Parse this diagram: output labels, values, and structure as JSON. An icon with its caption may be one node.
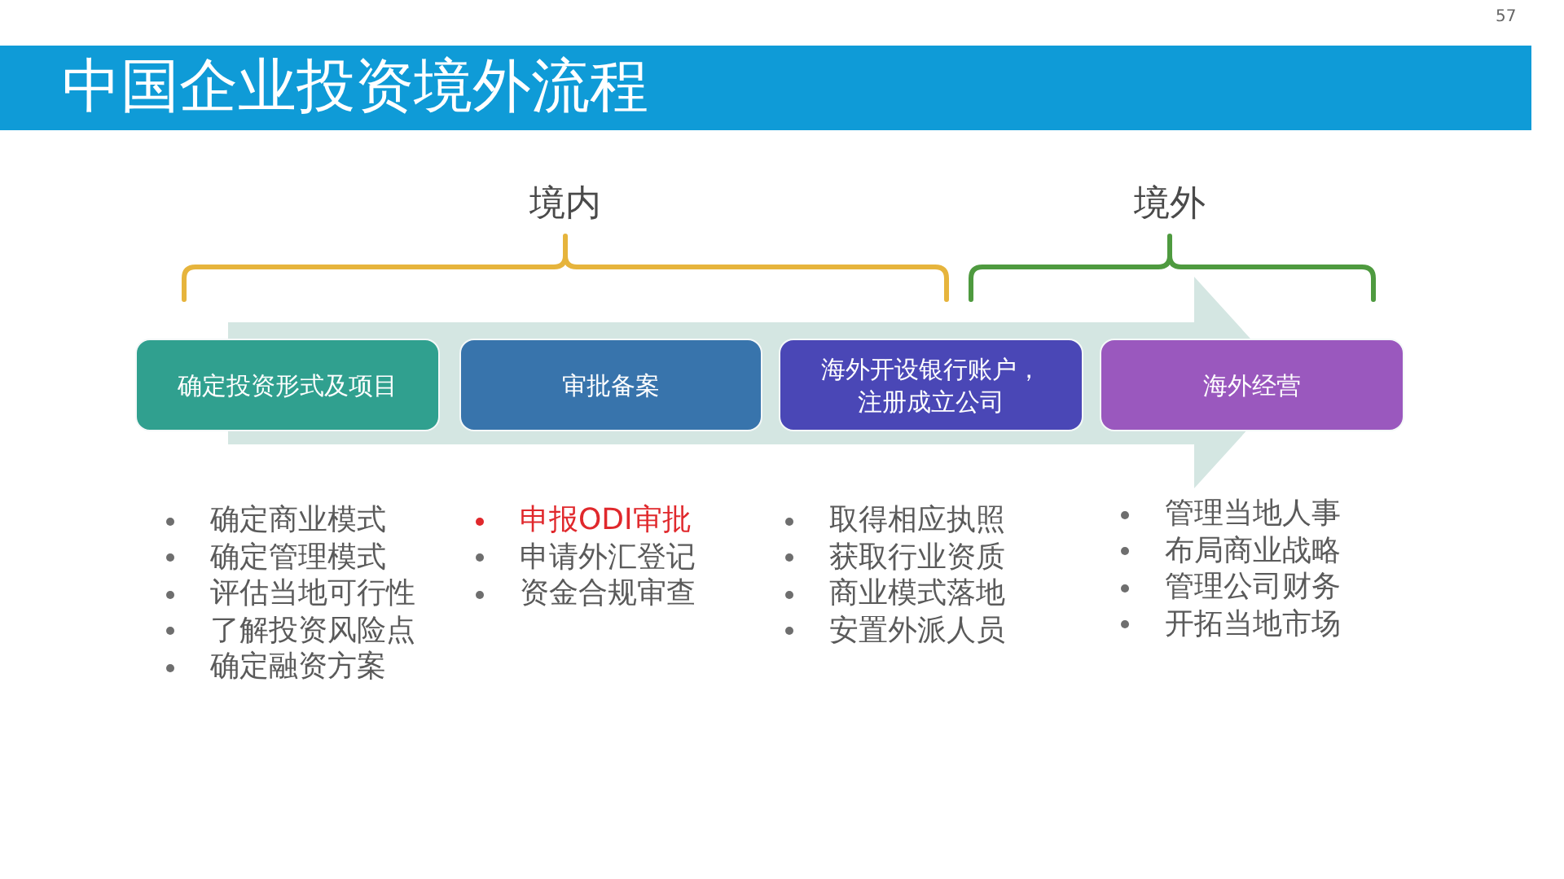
{
  "diagram": {
    "title": "中国企业投资境外流程",
    "nodes": [
      {
        "text": [
          "确定投资形式及项目"
        ],
        "beside": [
          "确定商业模式",
          "确定管理模式",
          "评估当地可行性",
          "了解投资风险点",
          "确定融资方案"
        ]
      },
      {
        "text": [
          "审批备案"
        ],
        "beside": [
          "申报ODI审批",
          "申请外汇登记",
          "资金合规审查"
        ]
      },
      {
        "text": [
          "海外开设银行账户，注册成立公司"
        ],
        "beside": [
          "取得相应执照",
          "获取行业资质",
          "商业模式落地",
          "安置外派人员"
        ]
      },
      {
        "text": [
          "海外经营"
        ],
        "beside": [
          "管理当地人事",
          "布局商业战略",
          "管理公司财务",
          "开拓当地市场"
        ]
      }
    ],
    "labels": [
      "57",
      "境内",
      "境外"
    ]
  }
}
